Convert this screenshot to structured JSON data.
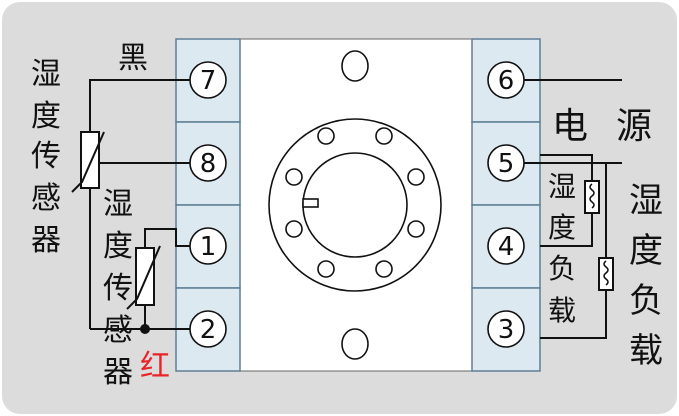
{
  "colors": {
    "panel": "#dcdcdc",
    "terminal_fill": "#dde9f1",
    "terminal_stroke": "#5f7e95",
    "body_fill": "#ffffff",
    "line": "#111111",
    "red_label": "#e8232a"
  },
  "labels": {
    "black": "黑",
    "red": "红",
    "humidity_sensor_left": [
      "湿",
      "度",
      "传",
      "感",
      "器"
    ],
    "humidity_sensor_middle": [
      "湿",
      "度",
      "传",
      "感",
      "器"
    ],
    "power": [
      "电",
      "源"
    ],
    "humidity_load_small": [
      "湿",
      "度",
      "负",
      "载"
    ],
    "humidity_load_large": [
      "湿",
      "度",
      "负",
      "载"
    ]
  },
  "terminals": {
    "left": [
      "7",
      "8",
      "1",
      "2"
    ],
    "right": [
      "6",
      "5",
      "4",
      "3"
    ]
  }
}
